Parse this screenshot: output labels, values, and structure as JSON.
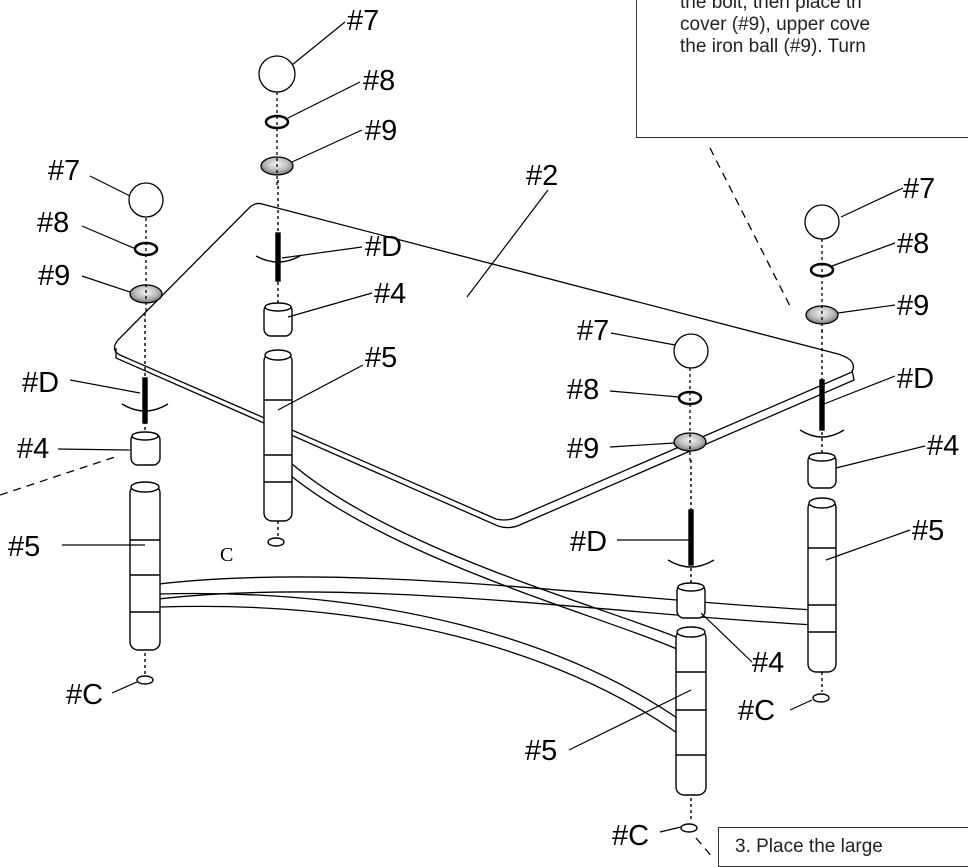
{
  "labels": {
    "table_top": "#2",
    "spacer": "#4",
    "leg": "#5",
    "ball": "#7",
    "washer": "#8",
    "cover": "#9",
    "bolt": "#D",
    "cap": "#C",
    "cap_plain": "C"
  },
  "callout_top": {
    "lines": [
      "the bolt, then place th",
      "cover (#9), upper cove",
      "the iron ball (#9). Turn"
    ]
  },
  "callout_bottom": {
    "text": "3. Place the large"
  }
}
